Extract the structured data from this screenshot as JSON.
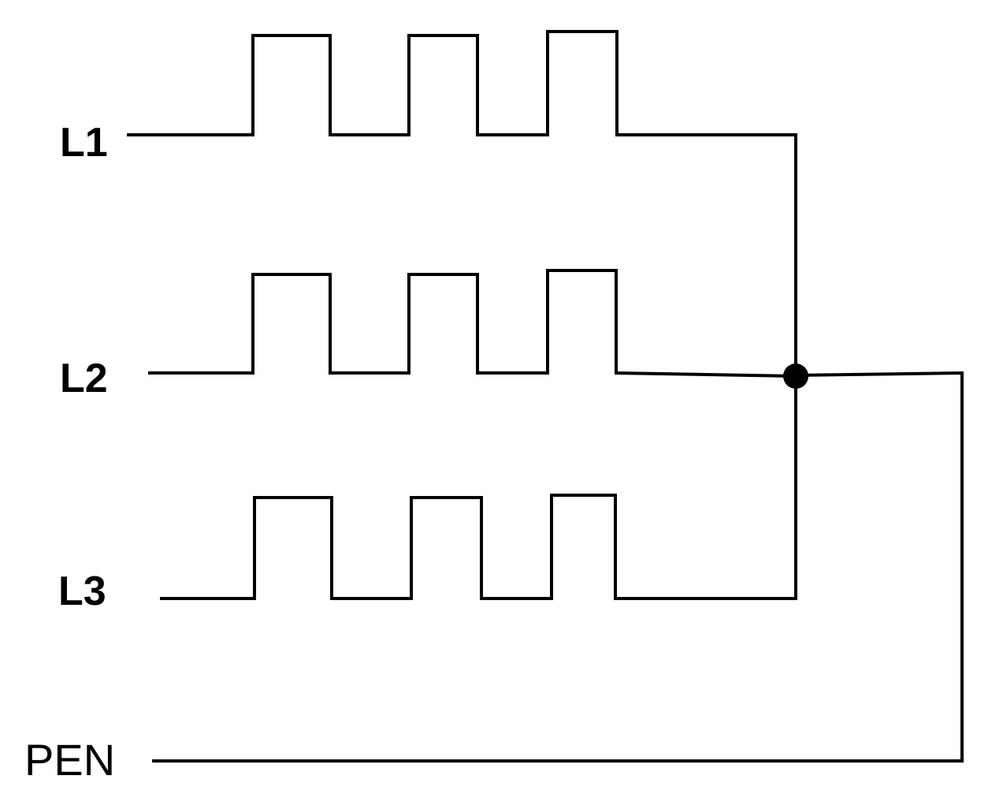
{
  "diagram": {
    "labels": {
      "l1": "L1",
      "l2": "L2",
      "l3": "L3",
      "pen": "PEN"
    },
    "colors": {
      "line": "#000000",
      "background": "#ffffff",
      "junction": "#000000"
    }
  }
}
